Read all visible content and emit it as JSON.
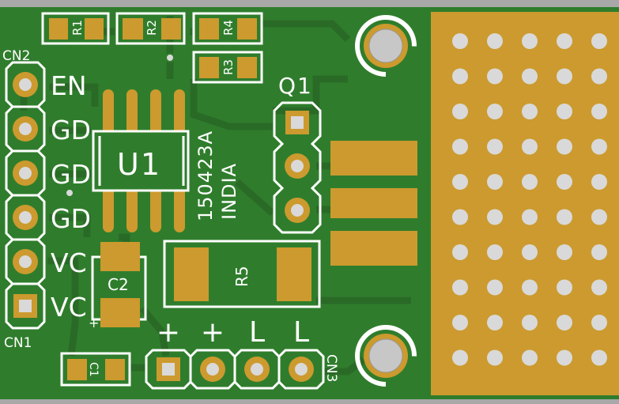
{
  "colors": {
    "board": "#2f7d2c",
    "trace": "#2a6a27",
    "copper": "#cc9a2e",
    "silkscreen": "#ffffff",
    "drill": "#d9d9d9",
    "frame": "#a8a8a8"
  },
  "labels": {
    "r1": "R1",
    "r2": "R2",
    "r3": "R3",
    "r4": "R4",
    "r5": "R5",
    "c1": "C1",
    "c2": "C2",
    "u1": "U1",
    "q1": "Q1",
    "cn1": "CN1",
    "cn2": "CN2",
    "cn3": "CN3",
    "part_number": "150423A",
    "origin": "INDIA",
    "c2_polarity": "+"
  },
  "cn2_pins": [
    "EN",
    "GD",
    "GD",
    "GD",
    "VC",
    "VC"
  ],
  "cn3_pins": [
    "+",
    "+",
    "L",
    "L"
  ],
  "heatsink_pad": {
    "rows": 10,
    "cols": 5
  }
}
